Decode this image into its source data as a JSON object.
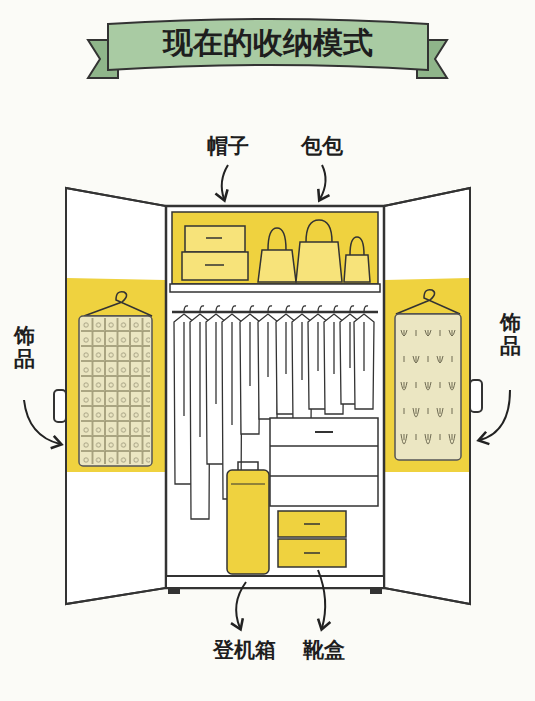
{
  "diagram": {
    "title": "现在的收纳模式",
    "labels": [
      "帽子",
      "包包",
      "饰品",
      "饰品",
      "登机箱",
      "靴盒"
    ]
  }
}
